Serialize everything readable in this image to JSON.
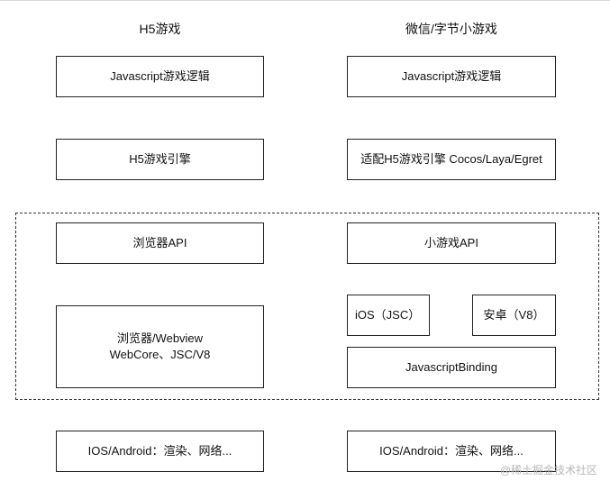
{
  "left_column": {
    "title": "H5游戏",
    "logic": "Javascript游戏逻辑",
    "engine": "H5游戏引擎",
    "api": "浏览器API",
    "runtime_line1": "浏览器/Webview",
    "runtime_line2": "WebCore、JSC/V8",
    "platform": "IOS/Android：渲染、网络..."
  },
  "right_column": {
    "title": "微信/字节小游戏",
    "logic": "Javascript游戏逻辑",
    "engine": "适配H5游戏引擎 Cocos/Laya/Egret",
    "api": "小游戏API",
    "ios_runtime": "iOS（JSC）",
    "android_runtime": "安卓（V8）",
    "binding": "JavascriptBinding",
    "platform": "IOS/Android：渲染、网络..."
  },
  "watermark": "@稀土掘金技术社区"
}
